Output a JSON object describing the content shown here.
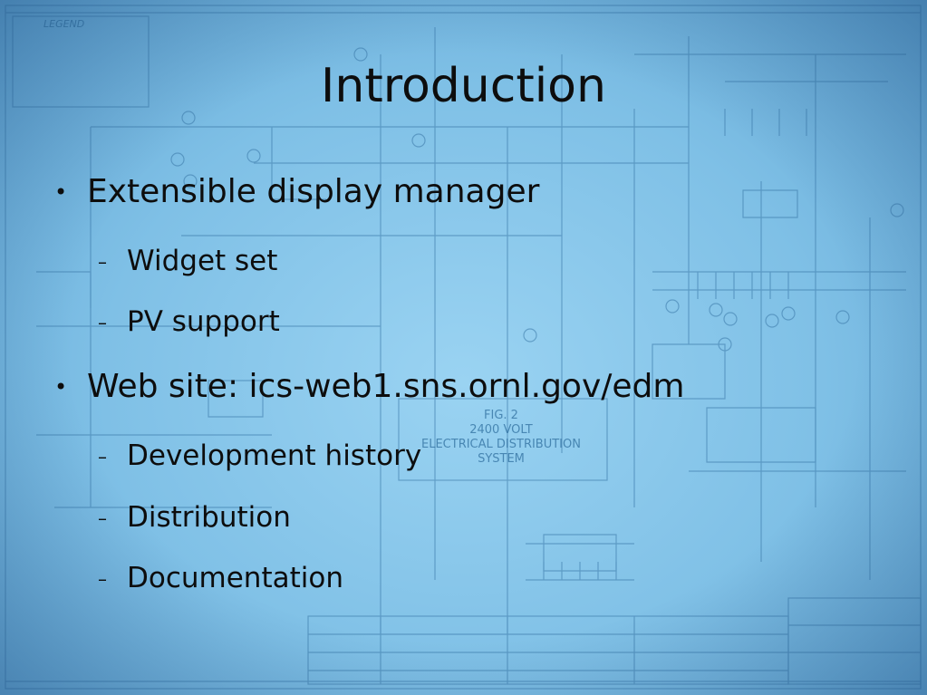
{
  "slide": {
    "title": "Introduction",
    "bullets": [
      {
        "text": "Extensible display manager",
        "children": [
          {
            "text": "Widget set"
          },
          {
            "text": "PV support"
          }
        ]
      },
      {
        "text": "Web site: ics-web1.sns.ornl.gov/edm",
        "children": [
          {
            "text": "Development history"
          },
          {
            "text": "Distribution"
          },
          {
            "text": "Documentation"
          }
        ]
      }
    ],
    "level1_marker": "•",
    "level2_marker": "–"
  },
  "background": {
    "figure_caption": [
      "FIG. 2",
      "2400 VOLT",
      "ELECTRICAL DISTRIBUTION",
      "SYSTEM"
    ],
    "legend_heading": "LEGEND",
    "colors": {
      "base": "#8cc6e8",
      "line": "#2f6f9f"
    }
  }
}
